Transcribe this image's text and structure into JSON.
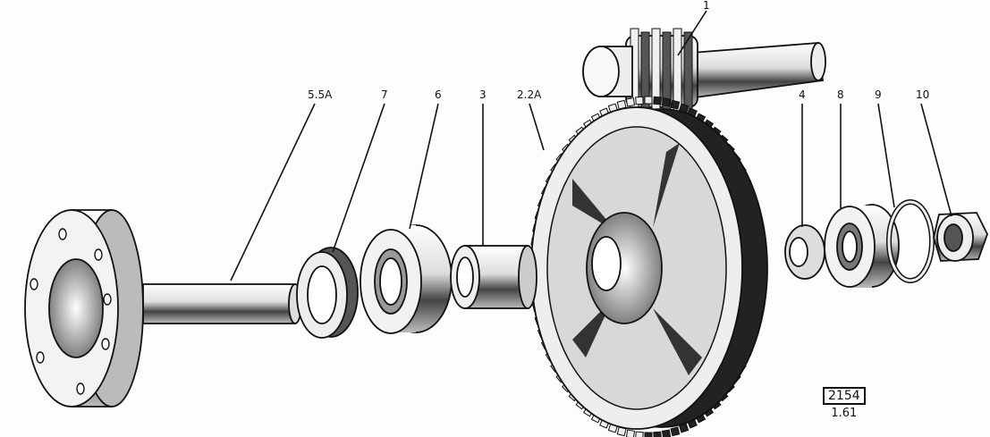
{
  "diagram": {
    "callouts": [
      {
        "id": "1",
        "text": "1"
      },
      {
        "id": "5.5A",
        "text": "5.5A"
      },
      {
        "id": "7",
        "text": "7"
      },
      {
        "id": "6",
        "text": "6"
      },
      {
        "id": "3",
        "text": "3"
      },
      {
        "id": "2.2A",
        "text": "2.2A"
      },
      {
        "id": "4",
        "text": "4"
      },
      {
        "id": "8",
        "text": "8"
      },
      {
        "id": "9",
        "text": "9"
      },
      {
        "id": "10",
        "text": "10"
      }
    ],
    "plate_number": "2154",
    "plate_date": "1.61",
    "gear_teeth": 80
  }
}
